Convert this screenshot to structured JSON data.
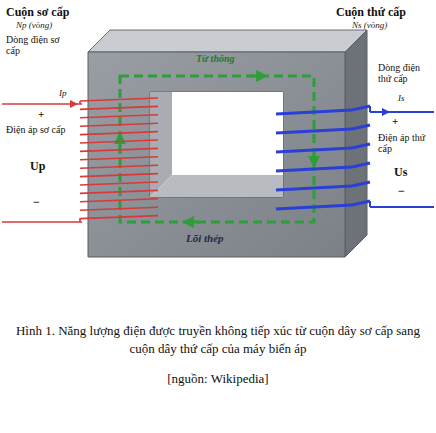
{
  "diagram": {
    "caption": "Hình 1. Năng lượng điện được truyền không tiếp xúc từ cuộn dây sơ cấp sang cuộn dây thứ cấp của máy biến áp",
    "labels": [
      "Cuộn sơ cấp",
      "Np (vòng)",
      "Dòng điện sơ cấp",
      "Ip",
      "+",
      "Điện áp sơ cấp",
      "Up",
      "−",
      "Từ thông",
      "Lõi thép",
      "Cuộn thứ cấp",
      "Ns (vòng)",
      "Dòng điện thứ cấp",
      "Is",
      "+",
      "Điện áp thứ cấp",
      "Us",
      "−",
      "[nguồn: Wikipedia]"
    ]
  }
}
